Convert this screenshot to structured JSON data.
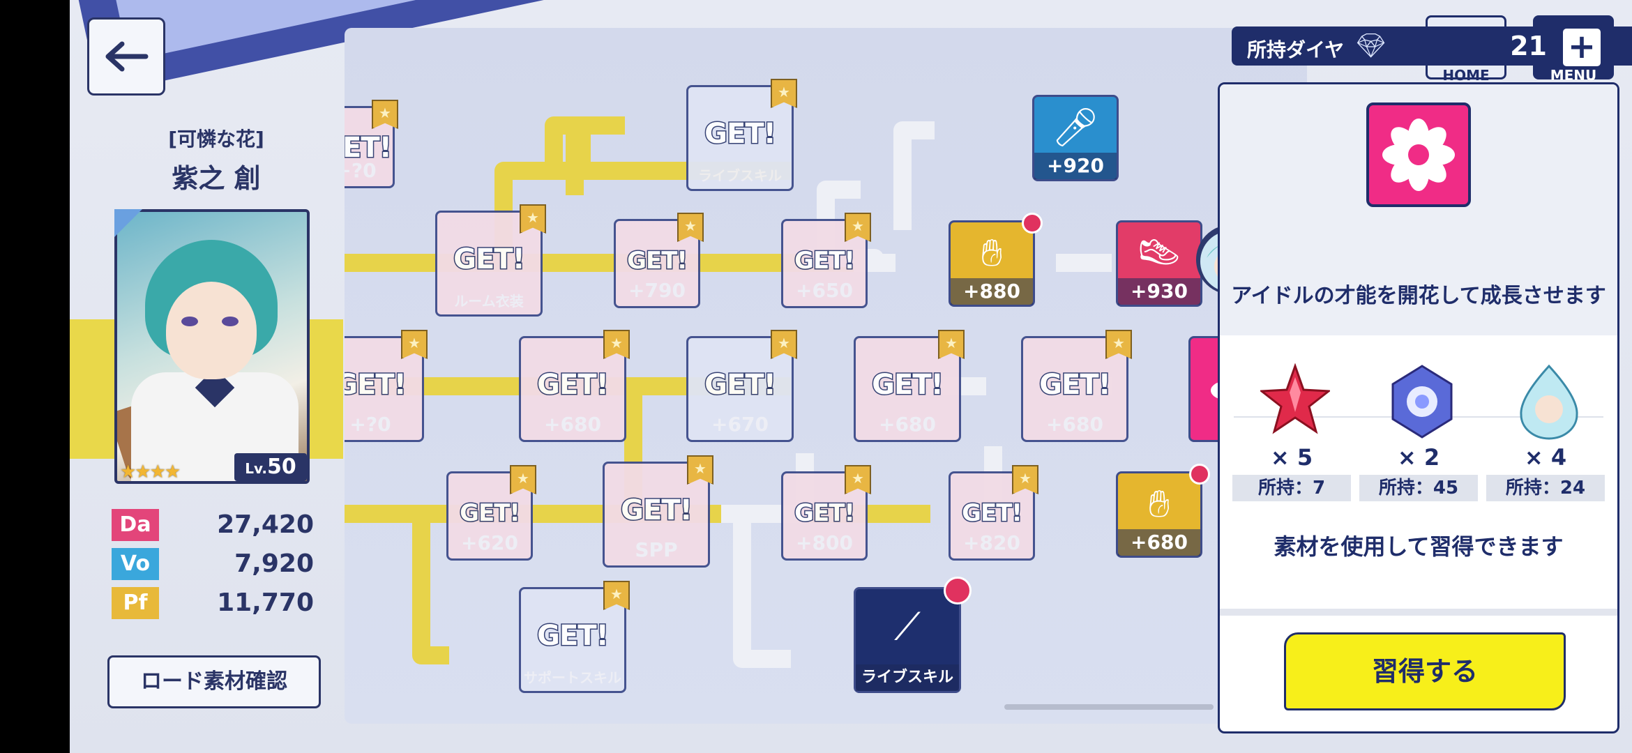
{
  "left_panel": {
    "back_glyph": "←",
    "card_subtitle": "[可憐な花]",
    "card_name": "紫之 創",
    "stars": "★★★★",
    "level_prefix": "Lv.",
    "level": "50",
    "stats": [
      {
        "label": "Da",
        "value": "27,420",
        "color": "#e3457a"
      },
      {
        "label": "Vo",
        "value": "7,920",
        "color": "#3aa7dc"
      },
      {
        "label": "Pf",
        "value": "11,770",
        "color": "#e8b93a"
      }
    ],
    "road_materials_button": "ロード素材確認"
  },
  "board": {
    "get_label": "GET!",
    "nodes": [
      {
        "sub": "+?0"
      },
      {
        "sub": "ルーム衣装"
      },
      {
        "sub": "+?0"
      },
      {
        "sub": "+620"
      },
      {
        "sub": "+680"
      },
      {
        "sub": "サポートスキル"
      },
      {
        "sub": "+790"
      },
      {
        "sub": "SPP"
      },
      {
        "sub": "ライブスキル"
      },
      {
        "sub": "+670"
      },
      {
        "sub": "+650"
      },
      {
        "sub": "+800"
      },
      {
        "sub": "+680"
      },
      {
        "sub": "+820"
      },
      {
        "sub": "+680"
      }
    ],
    "active_nodes": [
      {
        "value": "+920",
        "icon": "microphone-icon",
        "color": "#2a8fce"
      },
      {
        "value": "+880",
        "icon": "clap-icon",
        "color": "#e5b62e"
      },
      {
        "value": "+930",
        "icon": "sneaker-icon",
        "color": "#e23c68"
      },
      {
        "value": "+680",
        "icon": "clap-icon",
        "color": "#e5b62e"
      },
      {
        "value": "ライブスキル",
        "icon": "glowstick-icon",
        "color": "#1e2f6e"
      }
    ]
  },
  "header": {
    "diamonds_label": "所持ダイヤ",
    "diamonds_count": "21",
    "add_glyph": "+",
    "home_label": "HOME",
    "menu_label": "MENU"
  },
  "detail": {
    "description": "アイドルの才能を開花して成長させます",
    "materials": [
      {
        "qty": "× 5",
        "owned": "所持：7",
        "icon": "red-star-gem-icon"
      },
      {
        "qty": "× 2",
        "owned": "所持：45",
        "icon": "blue-gem-icon"
      },
      {
        "qty": "× 4",
        "owned": "所持：24",
        "icon": "character-drop-icon"
      }
    ],
    "note": "素材を使用して習得できます",
    "learn_button": "習得する"
  }
}
